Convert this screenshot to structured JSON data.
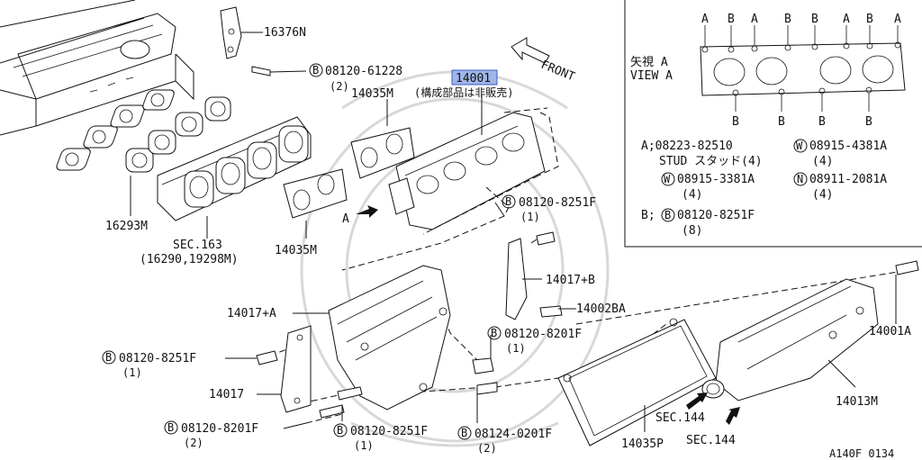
{
  "labels": {
    "p16376n": "16376N",
    "b_code_61228": "08120-61228",
    "q_2": "(2)",
    "p14001_hl": "14001",
    "p14035m_top": "14035M",
    "note_not_sold": "(構成部品は非販売)",
    "front": "FRONT",
    "p16293m": "16293M",
    "sec163": "SEC.163",
    "sec163_sub": "(16290,19298M)",
    "p14035m_mid": "14035M",
    "arrow_a": "A",
    "b_code_8251f_r": "08120-8251F",
    "q_1_r": "(1)",
    "p14017b": "14017+B",
    "p14017a": "14017+A",
    "p14002ba": "14002BA",
    "b_code_8201f_m": "08120-8201F",
    "q_1_m": "(1)",
    "b_code_8251f_l": "08120-8251F",
    "q_1_l": "(1)",
    "p14017": "14017",
    "b_code_8201f_b": "08120-8201F",
    "q_2_b": "(2)",
    "b_code_8251f_b": "08120-8251F",
    "q_1_b": "(1)",
    "b_code_0201f": "08124-0201F",
    "q_2_0201": "(2)",
    "p14035p": "14035P",
    "sec144_a": "SEC.144",
    "sec144_b": "SEC.144",
    "p14013m": "14013M",
    "p14001a": "14001A",
    "footer_code": "A140F 0134"
  },
  "inset": {
    "view_jp": "矢視 A",
    "view_en": "VIEW A",
    "top_letters": [
      "A",
      "B",
      "A",
      "B",
      "B",
      "A",
      "B",
      "A"
    ],
    "bottom_letters": [
      "B",
      "B",
      "B",
      "B"
    ],
    "legend_a1": "A;08223-82510",
    "legend_a1_sub": "STUD スタッド(4)",
    "legend_w1": "08915-4381A",
    "legend_w1_q": "(4)",
    "legend_w2": "08915-3381A",
    "legend_w2_q": "(4)",
    "legend_n": "08911-2081A",
    "legend_n_q": "(4)",
    "legend_b": "B;",
    "legend_b_code": "08120-8251F",
    "legend_b_q": "(8)"
  },
  "symbols": {
    "b": "B",
    "w": "W",
    "n": "N"
  },
  "colors": {
    "highlight": "#9fb6e8",
    "line": "#111111"
  }
}
